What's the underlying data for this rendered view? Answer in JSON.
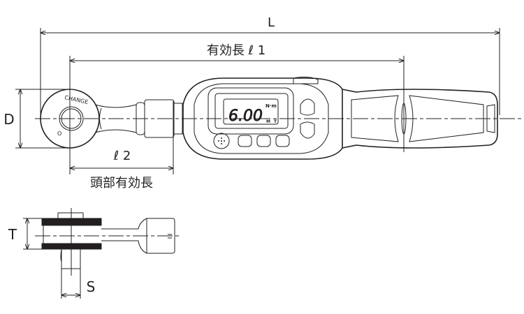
{
  "diagram": {
    "title": "Digital torque wrench dimension drawing",
    "dimensions": {
      "overall_length": "L",
      "effective_length": "有効長 ℓ 1",
      "head_length_symbol": "ℓ 2",
      "head_length_label": "頭部有効長",
      "head_diameter": "D",
      "head_thickness": "T",
      "square_drive": "S"
    },
    "head_markings": {
      "change": "CHANGE",
      "o_mark": "O"
    },
    "display": {
      "reading": "6.00",
      "unit": "N·m",
      "mode_left": "M",
      "mode_right": "T"
    },
    "colors": {
      "line": "#231f20",
      "background": "#ffffff"
    }
  }
}
